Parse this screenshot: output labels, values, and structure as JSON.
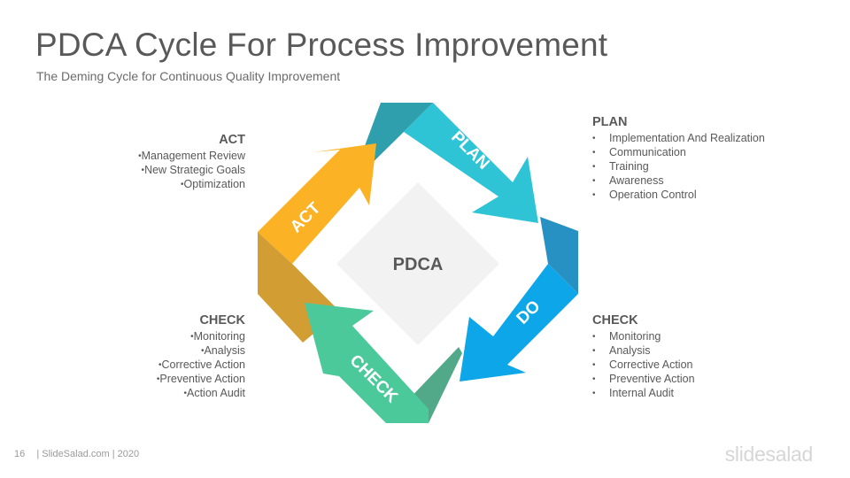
{
  "slide": {
    "title": "PDCA Cycle For Process Improvement",
    "subtitle": "The Deming Cycle for Continuous Quality Improvement"
  },
  "diagram": {
    "center_label": "PDCA",
    "arrows": [
      {
        "label": "PLAN",
        "color": "#2EC4D6"
      },
      {
        "label": "DO",
        "color": "#0DA6E8"
      },
      {
        "label": "CHECK",
        "color": "#4CC99A"
      },
      {
        "label": "ACT",
        "color": "#FBB224"
      }
    ]
  },
  "sections": {
    "act": {
      "heading": "ACT",
      "items": [
        "Management Review",
        "New Strategic Goals",
        "Optimization"
      ]
    },
    "check_left": {
      "heading": "CHECK",
      "items": [
        "Monitoring",
        "Analysis",
        "Corrective Action",
        "Preventive Action",
        "Action Audit"
      ]
    },
    "plan": {
      "heading": "PLAN",
      "items": [
        "Implementation And Realization",
        "Communication",
        "Training",
        "Awareness",
        "Operation Control"
      ]
    },
    "check_right": {
      "heading": "CHECK",
      "items": [
        "Monitoring",
        "Analysis",
        "Corrective Action",
        "Preventive Action",
        "Internal Audit"
      ]
    }
  },
  "footer": {
    "page_number": "16",
    "credit": "| SlideSalad.com | 2020"
  },
  "brand": {
    "logo_text": "slidesalad"
  }
}
